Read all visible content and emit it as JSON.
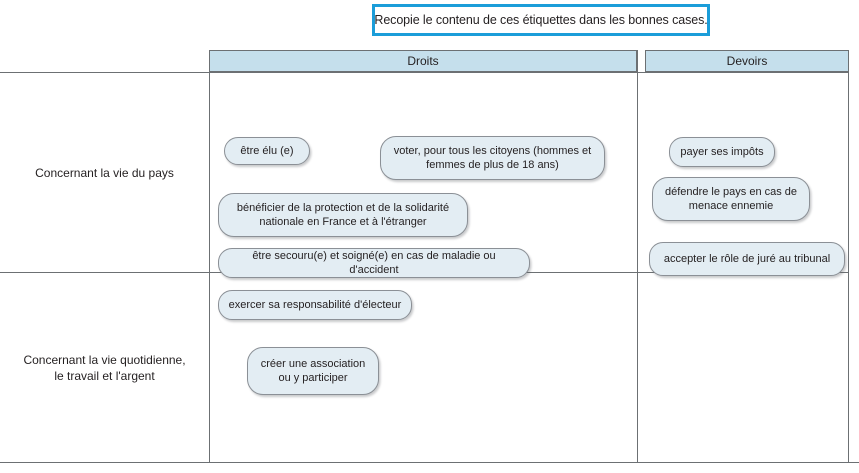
{
  "banner": {
    "instruction": "Recopie le contenu de ces étiquettes dans les bonnes cases."
  },
  "table": {
    "headers": {
      "droits": "Droits",
      "devoirs": "Devoirs"
    },
    "row_labels": [
      "Concernant la vie du pays",
      "Concernant la vie quotidienne,\nle travail et l'argent"
    ],
    "row_label_1": "Concernant la vie du pays",
    "row_label_2_line1": "Concernant la vie quotidienne,",
    "row_label_2_line2": "le travail et l'argent"
  },
  "labels": {
    "etre_elu": "être élu (e)",
    "voter": "voter, pour tous les citoyens (hommes et femmes de plus de 18 ans)",
    "beneficier": "bénéficier de la protection et de la solidarité nationale en France et à l'étranger",
    "secouru": "être secouru(e) et soigné(e) en cas de maladie ou d'accident",
    "exercer": "exercer sa responsabilité d'électeur",
    "creer_association": "créer une association ou y participer",
    "payer_impots": "payer ses impôts",
    "defendre": "défendre le pays en cas de menace ennemie",
    "jure": "accepter le rôle de juré au tribunal"
  },
  "colors": {
    "banner_border": "#1b9dd9",
    "header_fill": "#c5dfec",
    "pill_fill": "#e3edf3",
    "pill_border": "#8b9096",
    "rule": "#6c7073",
    "text": "#231f20"
  }
}
